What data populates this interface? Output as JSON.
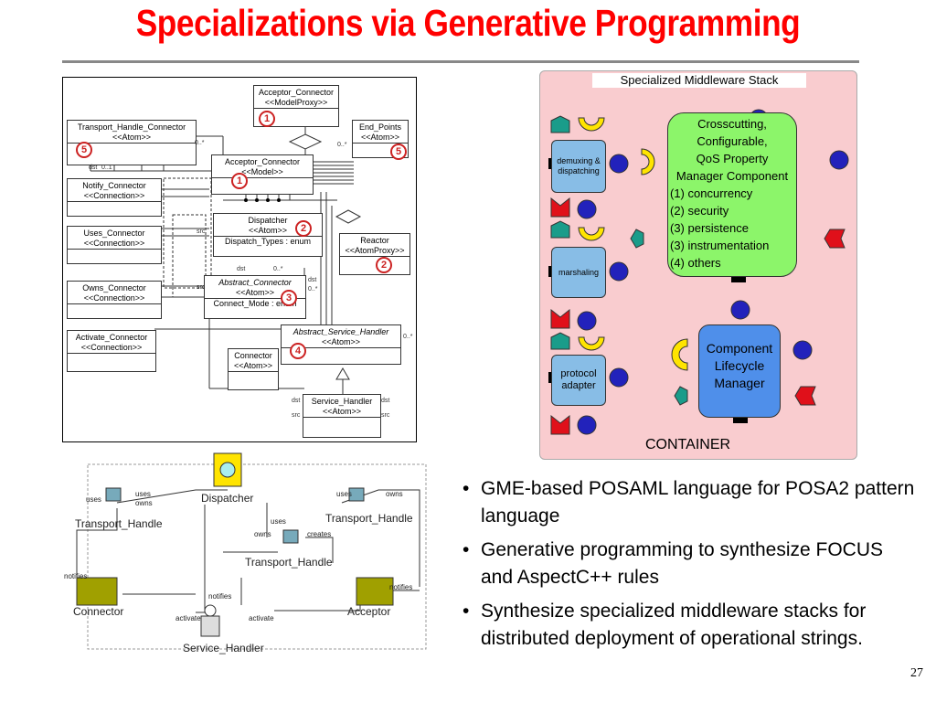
{
  "title": "Specializations via Generative Programming",
  "page_number": "27",
  "uml": {
    "acceptor_connector": {
      "name": "Acceptor_Connector",
      "stereo": "<<ModelProxy>>",
      "num": "1"
    },
    "transport_handle_connector": {
      "name": "Transport_Handle_Connector",
      "stereo": "<<Atom>>",
      "num": "5"
    },
    "end_points": {
      "name": "End_Points",
      "stereo": "<<Atom>>",
      "num": "5"
    },
    "acceptor_connector_model": {
      "name": "Acceptor_Connector",
      "stereo": "<<Model>>",
      "num": "1"
    },
    "notify_connector": {
      "name": "Notify_Connector",
      "stereo": "<<Connection>>"
    },
    "dispatcher": {
      "name": "Dispatcher",
      "stereo": "<<Atom>>",
      "attr": "Dispatch_Types :    enum",
      "num": "2"
    },
    "reactor": {
      "name": "Reactor",
      "stereo": "<<AtomProxy>>",
      "num": "2"
    },
    "uses_connector": {
      "name": "Uses_Connector",
      "stereo": "<<Connection>>"
    },
    "owns_connector": {
      "name": "Owns_Connector",
      "stereo": "<<Connection>>"
    },
    "abstract_connector": {
      "name": "Abstract_Connector",
      "stereo": "<<Atom>>",
      "attr": "Connect_Mode : enum",
      "num": "3"
    },
    "abstract_service_handler": {
      "name": "Abstract_Service_Handler",
      "stereo": "<<Atom>>",
      "num": "4"
    },
    "activate_connector": {
      "name": "Activate_Connector",
      "stereo": "<<Connection>>"
    },
    "connector": {
      "name": "Connector",
      "stereo": "<<Atom>>"
    },
    "service_handler": {
      "name": "Service_Handler",
      "stereo": "<<Atom>>"
    },
    "labels": {
      "dst": "dst",
      "src": "src",
      "m0n": "0..*",
      "m01": "0..1"
    }
  },
  "container": {
    "title": "Specialized Middleware Stack",
    "label": "CONTAINER",
    "demux": "demuxing & dispatching",
    "marshaling": "marshaling",
    "protocol": "protocol adapter",
    "qos_lines": [
      "Crosscutting,",
      "Configurable,",
      "QoS Property",
      "Manager Component"
    ],
    "qos_items": [
      "(1) concurrency",
      "(2) security",
      "(3) persistence",
      "(3) instrumentation",
      "(4) others"
    ],
    "lifecycle": [
      "Component",
      "Lifecycle",
      "Manager"
    ],
    "colors": {
      "bg": "#f9cccf",
      "green": "#8cf56a",
      "blue": "#4f8fea",
      "teal": "#1a9c8a",
      "yellow": "#ffe400",
      "red": "#e0101a",
      "navy": "#2222bb"
    }
  },
  "pattern": {
    "dispatcher": "Dispatcher",
    "th_left": "Transport_Handle",
    "th_right": "Transport_Handle",
    "th_mid": "Transport_Handle",
    "connector": "Connector",
    "acceptor": "Acceptor",
    "service_handler": "Service_Handler",
    "uses": "uses",
    "owns": "owns",
    "creates": "creates",
    "notifies": "notifies",
    "activate": "activate"
  },
  "bullets": [
    "GME-based POSAML language for POSA2 pattern language",
    "Generative programming to synthesize FOCUS and AspectC++ rules",
    "Synthesize specialized middleware stacks for distributed deployment of operational strings."
  ]
}
